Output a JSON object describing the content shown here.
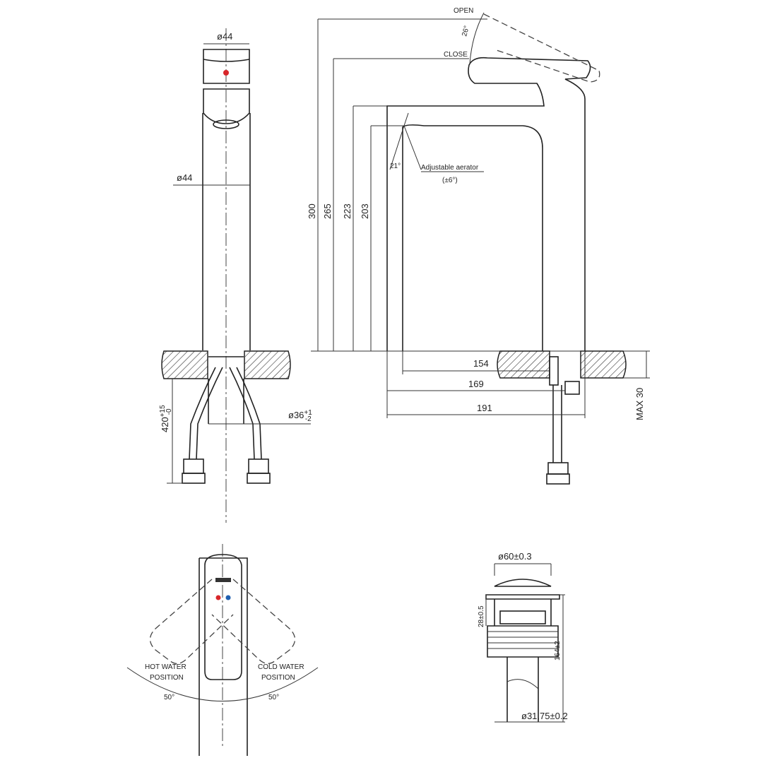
{
  "front_view": {
    "top_diameter": "ø44",
    "body_diameter": "ø44",
    "hose_length": "420",
    "hose_tolerance_upper": "+15",
    "hose_tolerance_lower": "-0",
    "hole_diameter": "ø36",
    "hole_tolerance_upper": "+1",
    "hole_tolerance_lower": "-2"
  },
  "side_view": {
    "open_label": "OPEN",
    "close_label": "CLOSE",
    "lever_angle": "26°",
    "aerator_angle": "21°",
    "aerator_label": "Adjustable aerator",
    "aerator_range": "(±6°)",
    "heights": [
      "300",
      "265",
      "223",
      "203"
    ],
    "reaches": [
      "154",
      "169",
      "191"
    ],
    "max_thickness": "MAX 30"
  },
  "top_view": {
    "hot_line1": "HOT WATER",
    "hot_line2": "POSITION",
    "hot_angle": "50°",
    "cold_line1": "COLD WATER",
    "cold_line2": "POSITION",
    "cold_angle": "50°",
    "hot_color": "#d8262a",
    "cold_color": "#1f5fb0"
  },
  "waste_view": {
    "top_diameter": "ø60±0.3",
    "head_height": "28±0.5",
    "total_height": "164±2",
    "thread_diameter": "ø31,75±0.2"
  }
}
